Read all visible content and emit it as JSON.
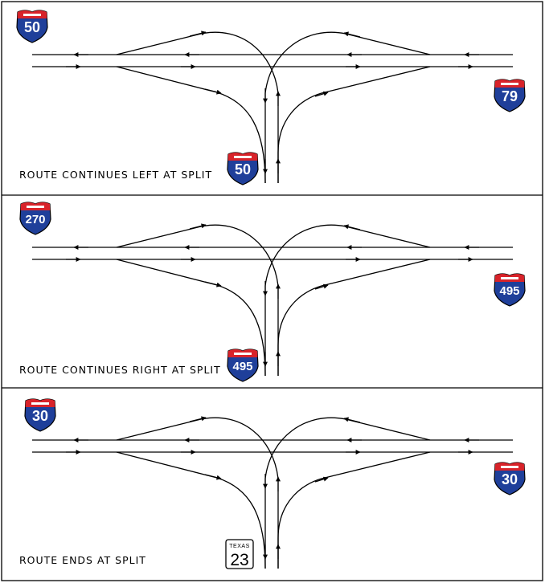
{
  "panels": [
    {
      "caption": "ROUTE CONTINUES LEFT AT SPLIT",
      "main_shield": {
        "number": "50"
      },
      "right_shield": {
        "number": "79"
      },
      "bottom_shield": {
        "number": "50"
      }
    },
    {
      "caption": "ROUTE CONTINUES RIGHT AT SPLIT",
      "main_shield": {
        "number": "270"
      },
      "right_shield": {
        "number": "495"
      },
      "bottom_shield": {
        "number": "495"
      }
    },
    {
      "caption": "ROUTE ENDS AT SPLIT",
      "main_shield": {
        "number": "30"
      },
      "right_shield": {
        "number": "30"
      },
      "bottom_texas": {
        "label": "TEXAS",
        "number": "23"
      }
    }
  ],
  "colors": {
    "shield_blue": "#1f3f9a",
    "shield_red": "#d8232a",
    "line": "#000000"
  },
  "icons": {
    "interstate": "interstate-shield-icon",
    "state": "texas-state-route-icon"
  }
}
